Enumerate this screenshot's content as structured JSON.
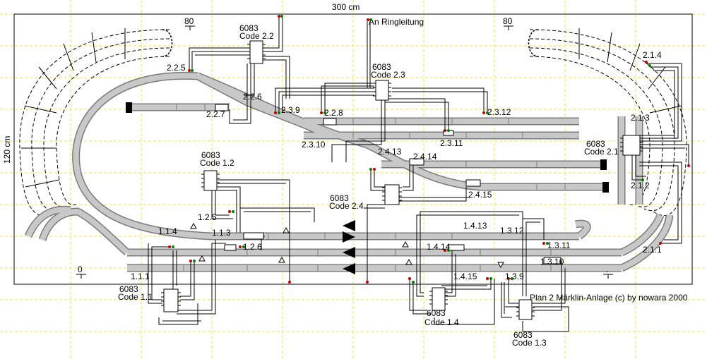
{
  "dimensions": {
    "width": "300 cm",
    "height": "120 cm"
  },
  "feed_label": "An Ringleitung",
  "footer": "Plan 2 Märklin-Anlage  (c) by nowara 2000",
  "level_marks": [
    {
      "id": "80-left",
      "text": "80"
    },
    {
      "id": "80-right",
      "text": "80"
    },
    {
      "id": "0-left",
      "text": "0"
    },
    {
      "id": "0-right",
      "text": "0"
    }
  ],
  "decoders": [
    {
      "id": "2-2",
      "model": "6083",
      "code": "Code 2.2"
    },
    {
      "id": "2-3",
      "model": "6083",
      "code": "Code 2.3"
    },
    {
      "id": "2-1",
      "model": "6083",
      "code": "Code 2.1"
    },
    {
      "id": "1-2",
      "model": "6083",
      "code": "Code 1.2"
    },
    {
      "id": "2-4",
      "model": "6083",
      "code": "Code 2.4"
    },
    {
      "id": "1-1",
      "model": "6083",
      "code": "Code 1.1"
    },
    {
      "id": "1-4",
      "model": "6083",
      "code": "Code 1.4"
    },
    {
      "id": "1-3",
      "model": "6083",
      "code": "Code 1.3"
    }
  ],
  "switch_labels": [
    "2.2.5",
    "2.2.6",
    "2.2.7",
    "2.3.9",
    "2.2.8",
    "2.3.12",
    "2.3.10",
    "2.3.11",
    "2.4.13",
    "2.4.14",
    "2.4.15",
    "2.1.4",
    "2.1.3",
    "2.1.2",
    "2.1.1",
    "1.2.5",
    "1.1.4",
    "1.1.3",
    "1.2.6",
    "1.4.13",
    "1.3.12",
    "1.4.14",
    "1.3.11",
    "1.3.10",
    "1.1.1",
    "1.4.15",
    "1.3.9"
  ],
  "colors": {
    "grid": "#f0e24a",
    "track": "#c8c8c8",
    "track_edge": "#7a7a7a",
    "wire": "#000000",
    "bumper": "#000000"
  }
}
